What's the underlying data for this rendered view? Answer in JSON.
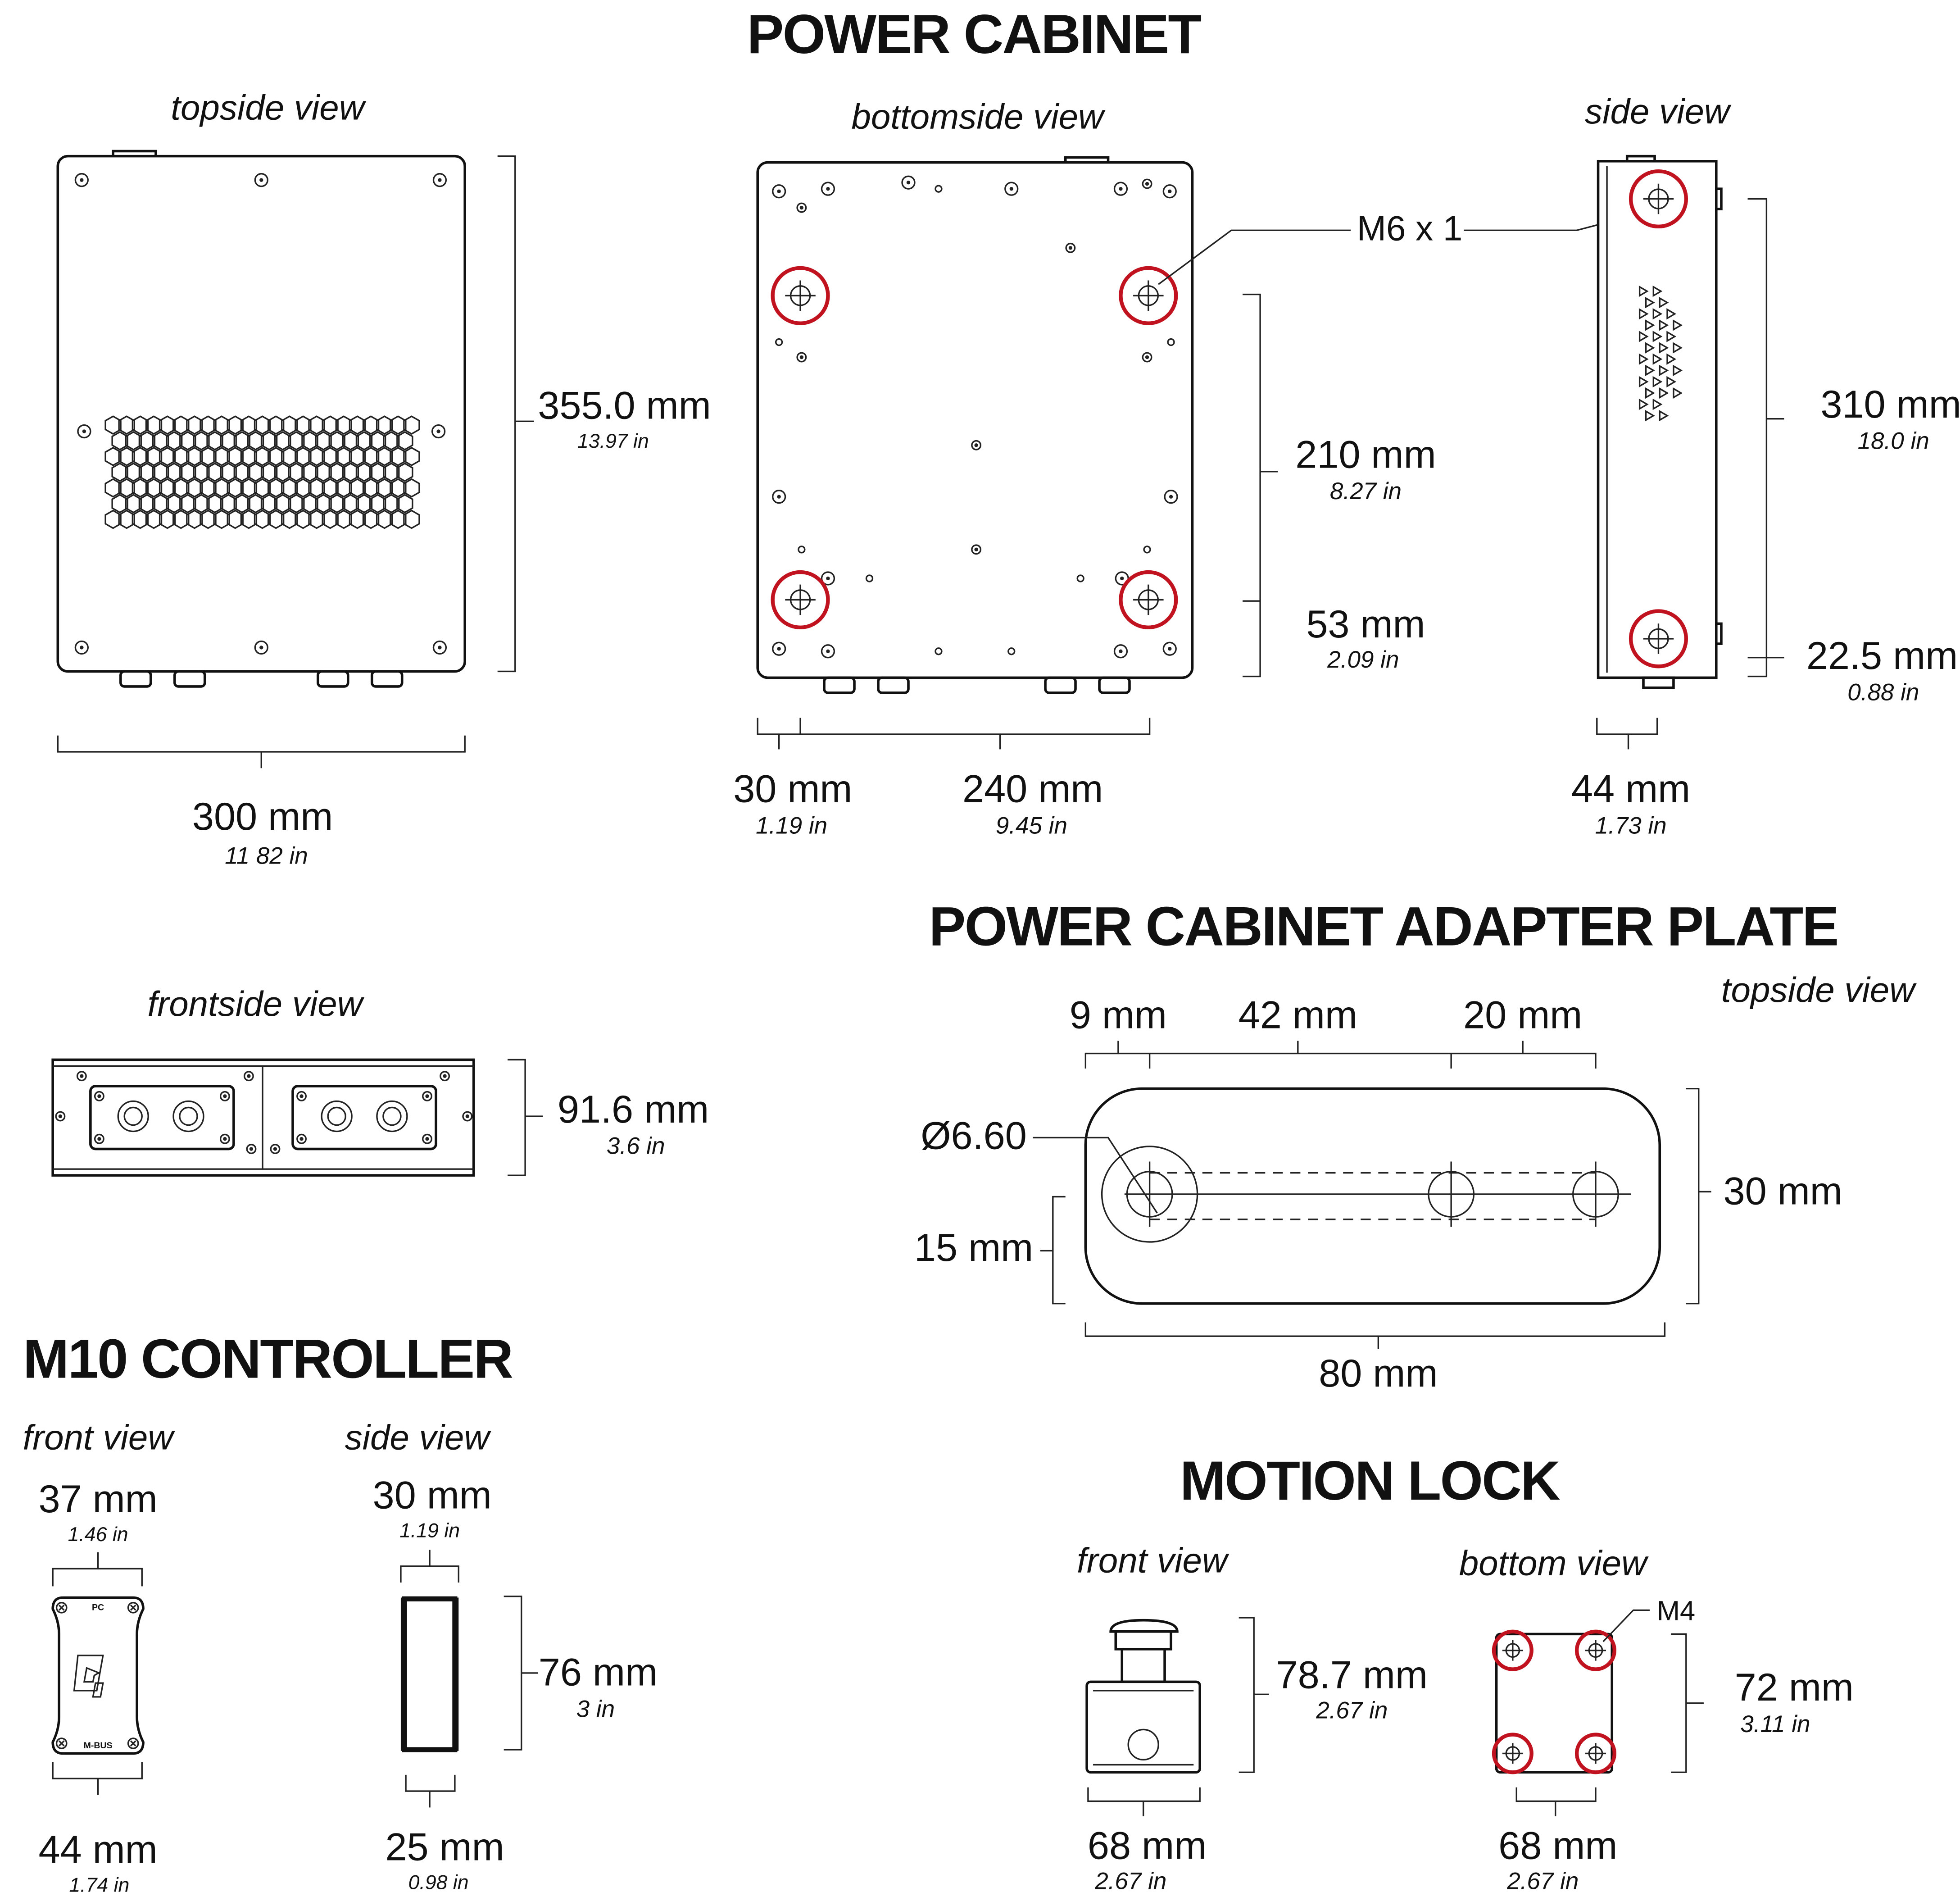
{
  "colors": {
    "highlight": "#c1121f",
    "line": "#111111"
  },
  "power_cabinet": {
    "title": "POWER CABINET",
    "topside": {
      "label": "topside view",
      "height_mm": "355.0 mm",
      "height_in": "13.97 in",
      "width_mm": "300 mm",
      "width_in": "11 82 in"
    },
    "bottomside": {
      "label": "bottomside view",
      "thread": "M6 x 1",
      "d210_mm": "210 mm",
      "d210_in": "8.27 in",
      "d53_mm": "53 mm",
      "d53_in": "2.09 in",
      "d30_mm": "30 mm",
      "d30_in": "1.19 in",
      "d240_mm": "240 mm",
      "d240_in": "9.45 in"
    },
    "side": {
      "label": "side view",
      "d310_mm": "310 mm",
      "d310_in": "18.0 in",
      "d22_mm": "22.5 mm",
      "d22_in": "0.88 in",
      "d44_mm": "44 mm",
      "d44_in": "1.73 in"
    },
    "frontside": {
      "label": "frontside view",
      "height_mm": "91.6 mm",
      "height_in": "3.6  in"
    }
  },
  "adapter_plate": {
    "title": "POWER CABINET ADAPTER PLATE",
    "view": "topside view",
    "d9": "9 mm",
    "d42": "42 mm",
    "d20": "20 mm",
    "diameter": "Ø6.60",
    "d15": "15 mm",
    "d30": "30 mm",
    "d80": "80 mm"
  },
  "m10_controller": {
    "title": "M10 CONTROLLER",
    "front": {
      "label": "front view",
      "top_mm": "37 mm",
      "top_in": "1.46 in",
      "bottom_mm": "44 mm",
      "bottom_in": "1.74 in",
      "port_top": "PC",
      "port_bottom": "M-BUS"
    },
    "side": {
      "label": "side view",
      "top_mm": "30 mm",
      "top_in": "1.19 in",
      "height_mm": "76 mm",
      "height_in": "3 in",
      "bottom_mm": "25 mm",
      "bottom_in": "0.98 in"
    }
  },
  "motion_lock": {
    "title": "MOTION LOCK",
    "front": {
      "label": "front view",
      "height_mm": "78.7  mm",
      "height_in": "2.67  in",
      "width_mm": "68 mm",
      "width_in": "2.67  in"
    },
    "bottom": {
      "label": "bottom view",
      "thread": "M4",
      "height_mm": "72 mm",
      "height_in": "3.11   in",
      "width_mm": "68 mm",
      "width_in": "2.67  in"
    }
  }
}
